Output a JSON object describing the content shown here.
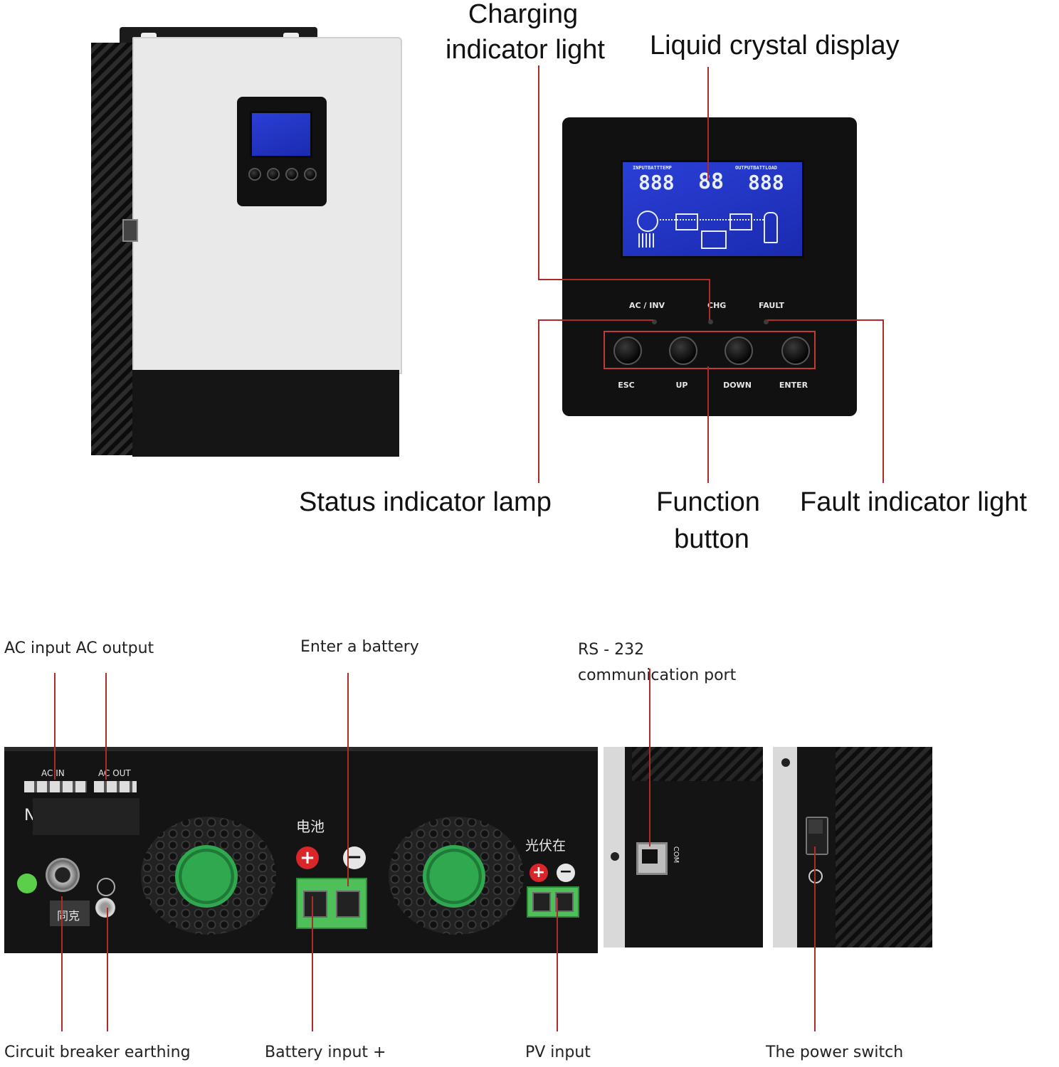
{
  "callouts": {
    "charging_indicator": [
      "Charging",
      "indicator light"
    ],
    "lcd": "Liquid crystal display",
    "status_lamp": "Status indicator lamp",
    "function_button": [
      "Function",
      "button"
    ],
    "fault_light": "Fault indicator light",
    "ac_io": "AC input AC output",
    "battery": "Enter a battery",
    "rs232": [
      "RS - 232",
      "communication port"
    ],
    "breaker_earthing": "Circuit breaker earthing",
    "battery_input": "Battery input +",
    "pv_input": "PV input",
    "power_switch": "The power switch"
  },
  "panel": {
    "lcd_top_left": "INPUTBATTTEMP",
    "lcd_top_right": "OUTPUTBATTLOAD",
    "lcd_digits_left": "888",
    "lcd_digits_mid": "88",
    "lcd_digits_right": "888",
    "indicators": [
      "AC / INV",
      "CHG",
      "FAULT"
    ],
    "buttons": [
      "ESC",
      "UP",
      "DOWN",
      "ENTER"
    ]
  },
  "rear": {
    "ac_in": "AC IN",
    "ac_out": "AC OUT",
    "n_label": "N",
    "battery_cn": "电池",
    "pv_cn": "光伏在",
    "breaker_cn": "同克",
    "com_label": "COM",
    "plus": "+",
    "minus": "−"
  },
  "colors": {
    "leader": "#b02a2a",
    "lcd_blue": "#2a3fd6",
    "terminal_green": "#4fbf5a",
    "pole_red": "#d8262b"
  }
}
